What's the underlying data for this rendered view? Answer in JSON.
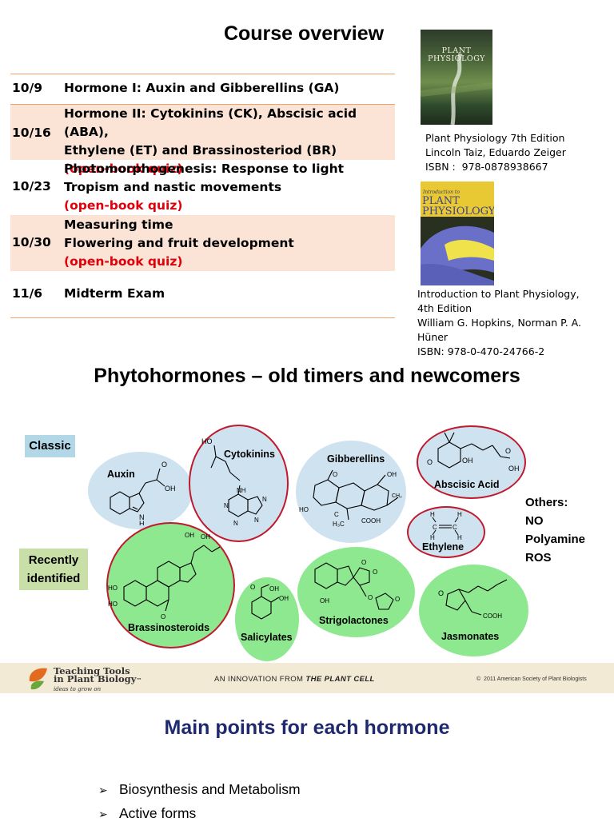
{
  "overview": {
    "title": "Course overview",
    "rows": [
      {
        "date": "10/9",
        "lines": [
          "Hormone I: Auxin and Gibberellins (GA)"
        ]
      },
      {
        "date": "10/16",
        "lines": [
          "Hormone II: Cytokinins (CK), Abscisic acid (ABA),",
          "Ethylene (ET) and Brassinosteriod (BR)"
        ],
        "quiz": "(open-book quiz)"
      },
      {
        "date": "10/23",
        "lines": [
          "Photomorphogenesis: Response to light",
          "Tropism and nastic movements"
        ],
        "quiz": "(open-book quiz)"
      },
      {
        "date": "10/30",
        "lines": [
          "Measuring time",
          "Flowering and fruit development"
        ],
        "quiz": "(open-book quiz)"
      },
      {
        "date": "11/6",
        "lines": [
          "Midterm Exam"
        ]
      }
    ]
  },
  "books": [
    {
      "cover_lines": [
        "PLANT",
        "PHYSIOLOGY"
      ],
      "lines": [
        "Plant Physiology 7th Edition",
        "Lincoln Taiz, Eduardo Zeiger",
        "ISBN :  978-0878938667"
      ]
    },
    {
      "cover_small": "Introduction to",
      "cover_lines": [
        "PLANT",
        "PHYSIOLOGY"
      ],
      "lines": [
        "Introduction to Plant Physiology,",
        "4th Edition",
        "William G. Hopkins, Norman P. A. Hüner",
        "ISBN: 978-0-470-24766-2"
      ]
    }
  ],
  "phyto": {
    "title": "Phytohormones – old timers and newcomers",
    "classic_label": "Classic",
    "recent_label": [
      "Recently",
      "identified"
    ],
    "others": [
      "Others:",
      "NO",
      "Polyamine",
      "ROS"
    ],
    "hormones": {
      "auxin": "Auxin",
      "cytokinins": "Cytokinins",
      "gibberellins": "Gibberellins",
      "abscisic": "Abscisic Acid",
      "ethylene": "Ethylene",
      "brassinosteroids": "Brassinosteroids",
      "salicylates": "Salicylates",
      "strigolactones": "Strigolactones",
      "jasmonates": "Jasmonates"
    },
    "mol_text": {
      "oh": "OH",
      "ho": "HO",
      "o": "O",
      "n": "N",
      "h": "H",
      "nh": "NH",
      "c": "C",
      "cooh": "COOH",
      "ch2": "CH₂",
      "h3c": "H₃C"
    },
    "colors": {
      "classic": "#cfe2ef",
      "recent": "#8ee88f",
      "newly_ring": "#c0192e"
    }
  },
  "banner": {
    "logo_line1": "Teaching Tools",
    "logo_line2": "in Plant Biology",
    "logo_tm": "™",
    "logo_tagline": "ideas to grow on",
    "center_text": "AN INNOVATION FROM",
    "center_em": "THE PLANT CELL",
    "copyright": "©  2011 American Society of Plant Biologists"
  },
  "main_points": {
    "title": "Main points for each hormone",
    "bullet_symbol": "➢",
    "items": [
      "Biosynthesis and Metabolism",
      "Active forms"
    ]
  }
}
